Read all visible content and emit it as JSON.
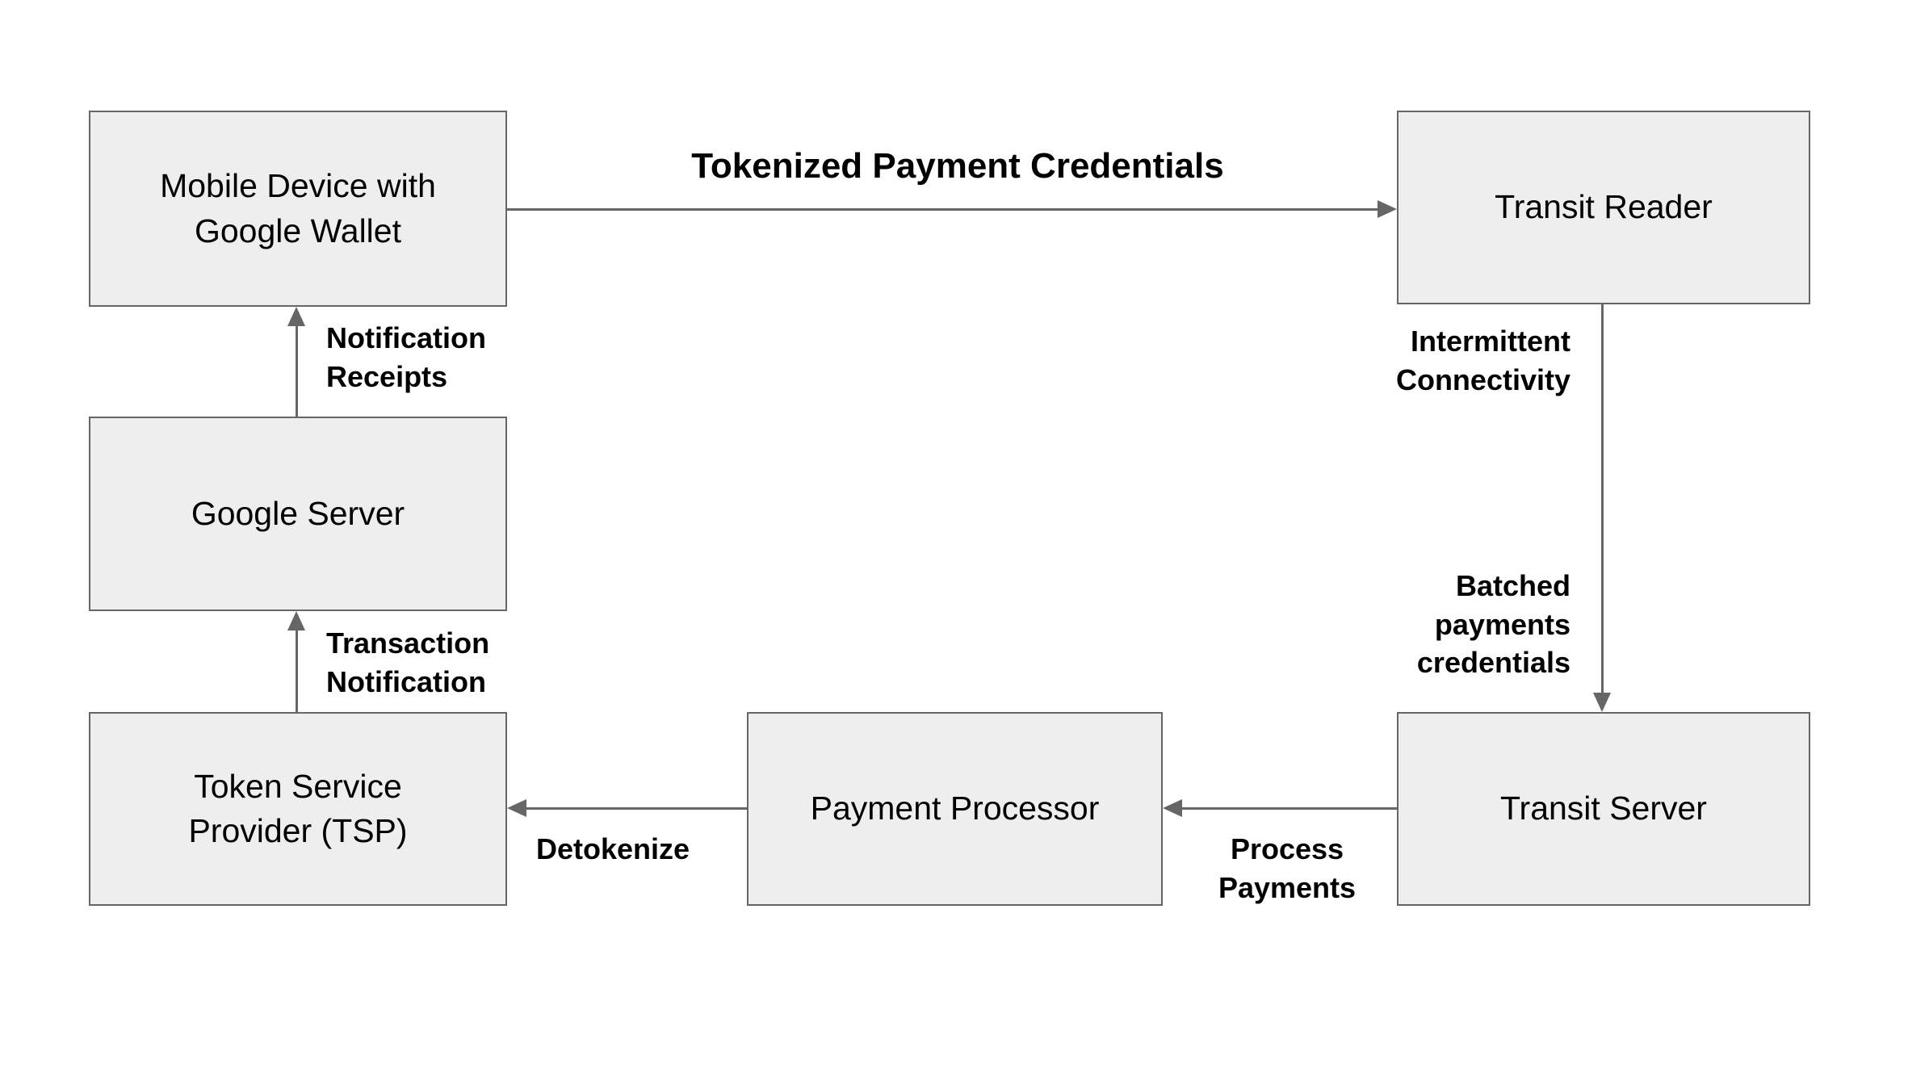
{
  "diagram": {
    "colors": {
      "background": "#ffffff",
      "box_fill": "#eeeeee",
      "box_border": "#666666",
      "arrow": "#666666",
      "text": "#000000"
    },
    "nodes": {
      "mobile_device": {
        "label": "Mobile Device with\nGoogle Wallet"
      },
      "transit_reader": {
        "label": "Transit Reader"
      },
      "google_server": {
        "label": "Google Server"
      },
      "tsp": {
        "label": "Token Service\nProvider (TSP)"
      },
      "payment_processor": {
        "label": "Payment Processor"
      },
      "transit_server": {
        "label": "Transit Server"
      }
    },
    "edges": {
      "tokenized_payment_credentials": {
        "label": "Tokenized Payment Credentials",
        "from": "mobile_device",
        "to": "transit_reader"
      },
      "intermittent_connectivity": {
        "label": "Intermittent\nConnectivity",
        "from": "transit_reader",
        "to": "transit_server"
      },
      "batched_payments_credentials": {
        "label": "Batched\npayments\ncredentials",
        "from": "transit_reader",
        "to": "transit_server"
      },
      "process_payments": {
        "label": "Process\nPayments",
        "from": "transit_server",
        "to": "payment_processor"
      },
      "detokenize": {
        "label": "Detokenize",
        "from": "payment_processor",
        "to": "tsp"
      },
      "transaction_notification": {
        "label": "Transaction\nNotification",
        "from": "tsp",
        "to": "google_server"
      },
      "notification_receipts": {
        "label": "Notification\nReceipts",
        "from": "google_server",
        "to": "mobile_device"
      }
    }
  }
}
